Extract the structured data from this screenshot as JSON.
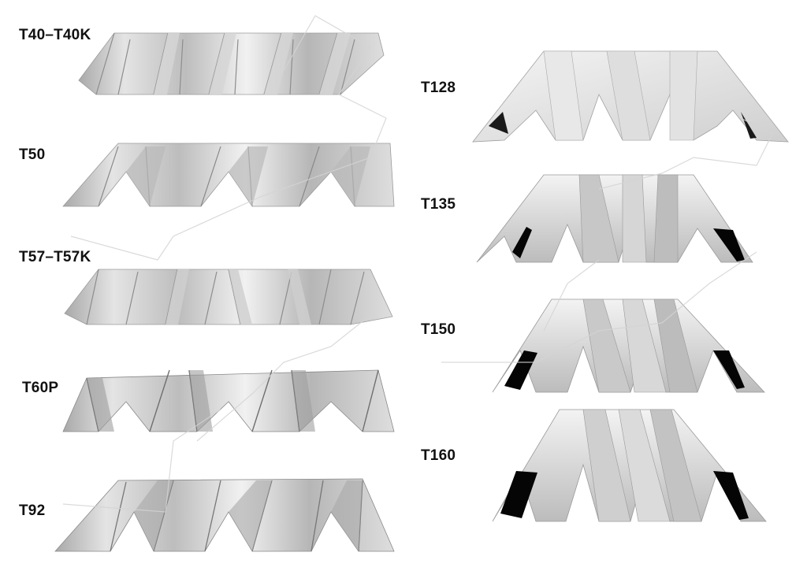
{
  "profiles": [
    {
      "name": "T40–T40K"
    },
    {
      "name": "T50"
    },
    {
      "name": "T57–T57K"
    },
    {
      "name": "T60P"
    },
    {
      "name": "T92"
    },
    {
      "name": "T128"
    },
    {
      "name": "T135"
    },
    {
      "name": "T150"
    },
    {
      "name": "T160"
    }
  ],
  "colors": {
    "background": "#ffffff",
    "label": "#111111",
    "metal_light": "#eeeeee",
    "metal_mid": "#c9c9c9",
    "metal_dark": "#8a8a8a",
    "shadow": "#000000",
    "watermark": "#d8d8d8"
  },
  "watermark": {
    "icon": "company-logo-watermark"
  }
}
